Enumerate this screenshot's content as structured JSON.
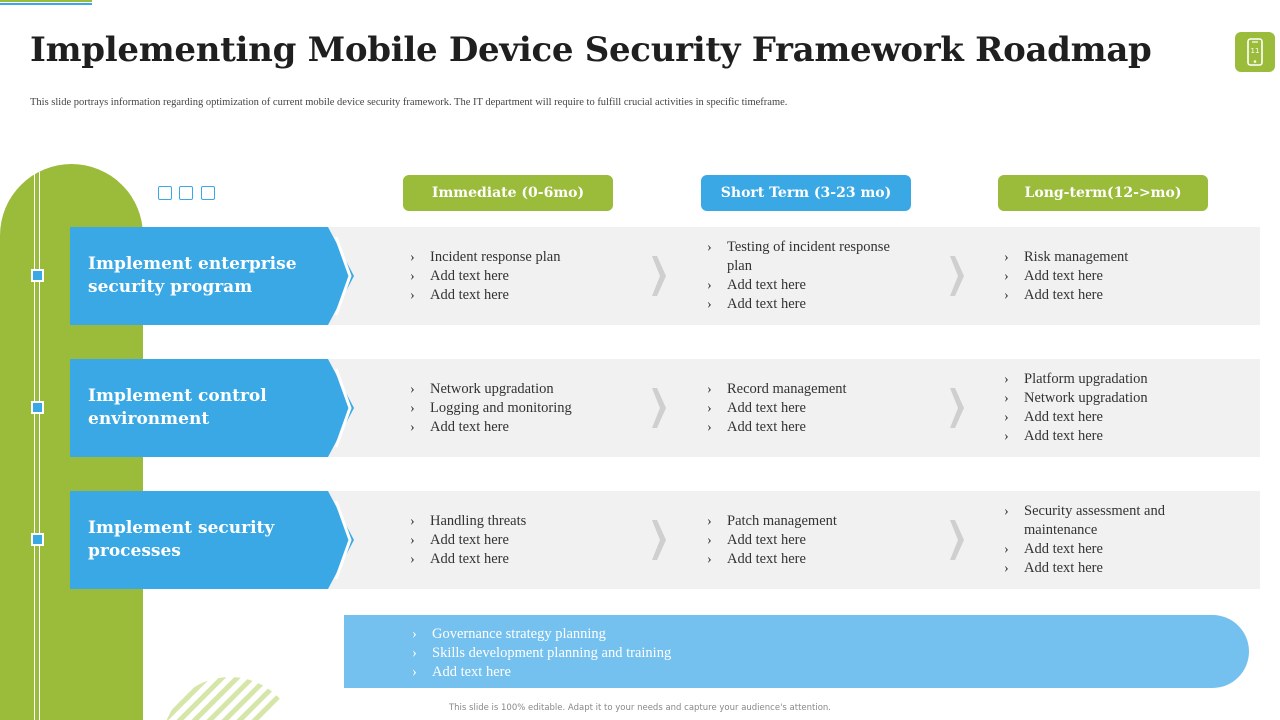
{
  "header": {
    "title": "Implementing Mobile Device Security Framework Roadmap",
    "subtitle": "This slide portrays information regarding optimization of current mobile device security framework. The IT department will require to fulfill crucial activities in specific timeframe.",
    "slide_number": "11"
  },
  "colors": {
    "green": "#9bbb3b",
    "blue": "#3ba8e6",
    "light_blue": "#74c0ee",
    "row_bg": "#f1f1f1"
  },
  "timeframes": [
    {
      "label": "Immediate (0-6mo)",
      "color": "#9bbb3b"
    },
    {
      "label": "Short Term (3-23 mo)",
      "color": "#3ba8e6"
    },
    {
      "label": "Long-term(12->mo)",
      "color": "#9bbb3b"
    }
  ],
  "bullet_glyph": "›",
  "rows": [
    {
      "label": "Implement enterprise security program",
      "cells": [
        [
          "Incident response plan",
          "Add text here",
          "Add text here"
        ],
        [
          "Testing of incident response plan",
          "Add text here",
          "Add text here"
        ],
        [
          "Risk management",
          "Add text here",
          "Add text here"
        ]
      ]
    },
    {
      "label": "Implement control environment",
      "cells": [
        [
          "Network upgradation",
          "Logging and monitoring",
          "Add text here"
        ],
        [
          "Record management",
          "Add text here",
          "Add text here"
        ],
        [
          "Platform upgradation",
          "Network upgradation",
          "Add text here",
          "Add text here"
        ]
      ]
    },
    {
      "label": "Implement security processes",
      "cells": [
        [
          "Handling threats",
          "Add text here",
          "Add text here"
        ],
        [
          "Patch management",
          "Add text here",
          "Add text here"
        ],
        [
          "Security assessment and maintenance",
          "Add text here",
          "Add text here"
        ]
      ]
    }
  ],
  "governance": [
    "Governance strategy planning",
    "Skills development planning and training",
    "Add text here"
  ],
  "footer": "This slide is 100% editable. Adapt it to your needs and capture your audience's attention."
}
